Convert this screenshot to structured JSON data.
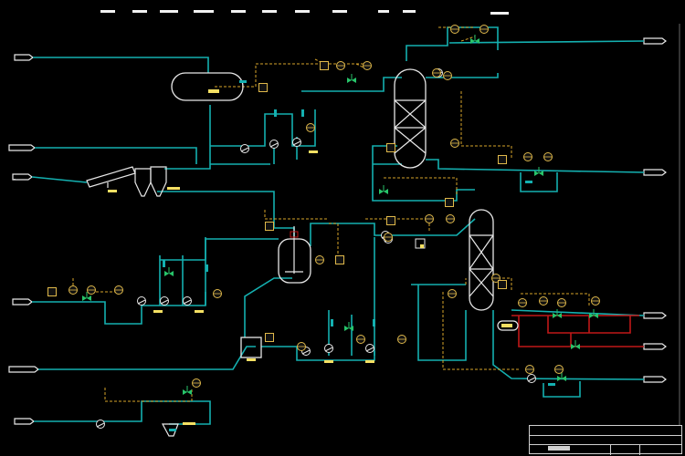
{
  "diagram": {
    "type": "process-flow-diagram",
    "colors": {
      "background": "#000000",
      "process_line": "#14b0b0",
      "signal_line": "#d6a32a",
      "hot_line": "#c01818",
      "equipment": "#e8e8e8",
      "valve": "#27c46a",
      "label_tag": "#f2f2f2"
    },
    "header_tag_count": 12,
    "stream_tags": {
      "left_count": 6,
      "right_count": 6
    },
    "equipment": [
      {
        "kind": "horizontal-drum"
      },
      {
        "kind": "distillation-column"
      },
      {
        "kind": "distillation-column"
      },
      {
        "kind": "stirred-reactor"
      },
      {
        "kind": "screw-conveyor"
      },
      {
        "kind": "cyclone-separator"
      },
      {
        "kind": "cyclone-separator"
      },
      {
        "kind": "tank-box"
      },
      {
        "kind": "filter-hopper"
      }
    ],
    "icons": [
      "pump-icon",
      "control-valve-icon",
      "instrument-bubble-icon",
      "agitator-icon"
    ]
  }
}
